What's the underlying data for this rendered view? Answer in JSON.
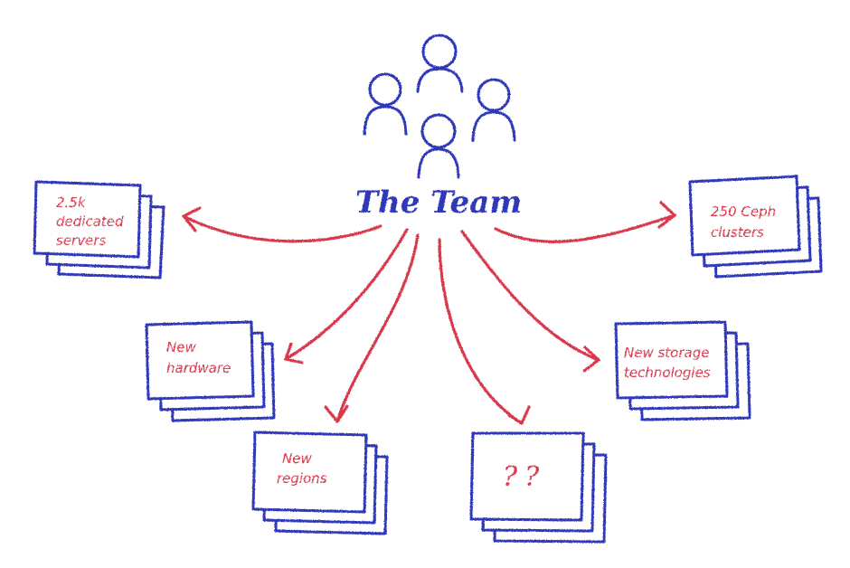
{
  "center": {
    "title": "The Team",
    "people_count": 4
  },
  "cards": [
    {
      "id": "servers",
      "lines": [
        "2.5k",
        "dedicated",
        "servers"
      ]
    },
    {
      "id": "hardware",
      "lines": [
        "New",
        "hardware"
      ]
    },
    {
      "id": "regions",
      "lines": [
        "New",
        "regions"
      ]
    },
    {
      "id": "unknown",
      "lines": [
        "??"
      ]
    },
    {
      "id": "storage",
      "lines": [
        "New storage",
        "technologies"
      ]
    },
    {
      "id": "ceph",
      "lines": [
        "250 Ceph",
        "clusters"
      ]
    }
  ],
  "colors": {
    "ink_blue": "#2f37b8",
    "ink_red": "#d8394c",
    "background": "#ffffff"
  },
  "icons": [
    "person-icon",
    "arrow-icon",
    "card-stack-icon"
  ]
}
